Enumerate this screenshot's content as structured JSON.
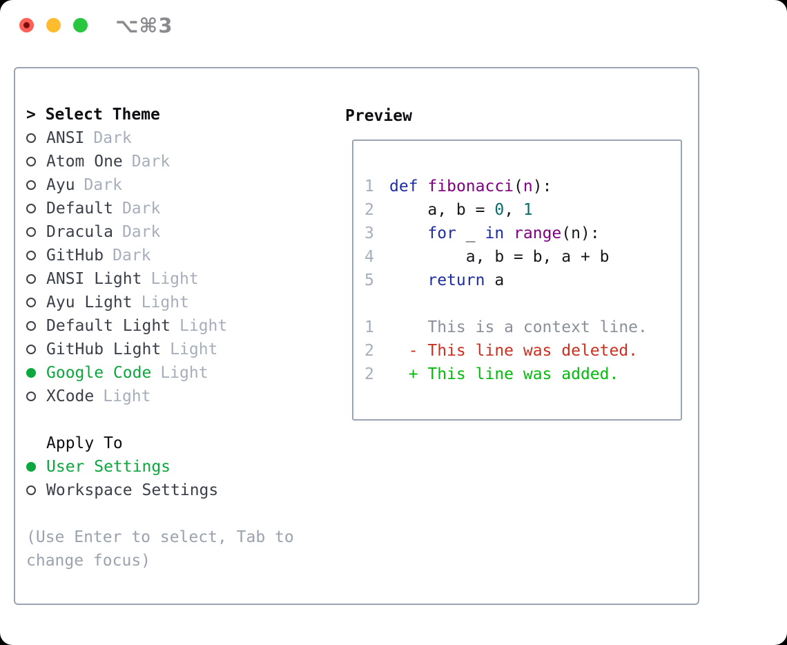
{
  "window": {
    "shortcut_label": "⌥⌘3"
  },
  "colors": {
    "traffic_red": "#ff5f57",
    "traffic_red_dot": "#7a0f0a",
    "traffic_yellow": "#febc2e",
    "traffic_green": "#29c73f",
    "titlebar_label": "#8a8a8f",
    "panel_border": "#9aa3b2",
    "list_text": "#3a3f48",
    "tag_text": "#a7aebb",
    "header_text": "#0d0e12",
    "selection_green": "#0ca73e",
    "help_text": "#9aa2ae",
    "line_number": "#a6aebb",
    "code_keyword": "#1d2ca3",
    "code_function": "#800080",
    "code_number": "#0a6b6b",
    "code_plain": "#17181c",
    "diff_context": "#8a909a",
    "diff_deleted": "#c9301f",
    "diff_added": "#04bb0c"
  },
  "theme_picker": {
    "focus_prefix": "> ",
    "title": "Select Theme",
    "items": [
      {
        "name": "ANSI",
        "tag": "Dark",
        "selected": false
      },
      {
        "name": "Atom One",
        "tag": "Dark",
        "selected": false
      },
      {
        "name": "Ayu",
        "tag": "Dark",
        "selected": false
      },
      {
        "name": "Default",
        "tag": "Dark",
        "selected": false
      },
      {
        "name": "Dracula",
        "tag": "Dark",
        "selected": false
      },
      {
        "name": "GitHub",
        "tag": "Dark",
        "selected": false
      },
      {
        "name": "ANSI Light",
        "tag": "Light",
        "selected": false
      },
      {
        "name": "Ayu Light",
        "tag": "Light",
        "selected": false
      },
      {
        "name": "Default Light",
        "tag": "Light",
        "selected": false
      },
      {
        "name": "GitHub Light",
        "tag": "Light",
        "selected": false
      },
      {
        "name": "Google Code",
        "tag": "Light",
        "selected": true
      },
      {
        "name": "XCode",
        "tag": "Light",
        "selected": false
      }
    ]
  },
  "apply_to": {
    "title": "Apply To",
    "options": [
      {
        "label": "User Settings",
        "selected": true
      },
      {
        "label": "Workspace Settings",
        "selected": false
      }
    ]
  },
  "help": {
    "lines": [
      "(Use Enter to select, Tab to",
      "change focus)"
    ]
  },
  "preview": {
    "title": "Preview",
    "lines": [
      {
        "num": "1",
        "tokens": [
          {
            "t": "def",
            "c": "kw"
          },
          {
            "t": " ",
            "c": "pl"
          },
          {
            "t": "fibonacci",
            "c": "fn"
          },
          {
            "t": "(",
            "c": "pl"
          },
          {
            "t": "n",
            "c": "fn"
          },
          {
            "t": "):",
            "c": "pl"
          }
        ]
      },
      {
        "num": "2",
        "tokens": [
          {
            "t": "    a, b = ",
            "c": "pl"
          },
          {
            "t": "0",
            "c": "nm"
          },
          {
            "t": ", ",
            "c": "pl"
          },
          {
            "t": "1",
            "c": "nm"
          }
        ]
      },
      {
        "num": "3",
        "tokens": [
          {
            "t": "    ",
            "c": "pl"
          },
          {
            "t": "for",
            "c": "kw"
          },
          {
            "t": " _ ",
            "c": "pl"
          },
          {
            "t": "in",
            "c": "kw"
          },
          {
            "t": " ",
            "c": "pl"
          },
          {
            "t": "range",
            "c": "fn"
          },
          {
            "t": "(n):",
            "c": "pl"
          }
        ]
      },
      {
        "num": "4",
        "tokens": [
          {
            "t": "        a, b = b, a + b",
            "c": "pl"
          }
        ]
      },
      {
        "num": "5",
        "tokens": [
          {
            "t": "    ",
            "c": "pl"
          },
          {
            "t": "return",
            "c": "kw"
          },
          {
            "t": " a",
            "c": "pl"
          }
        ]
      },
      {
        "num": "",
        "tokens": []
      },
      {
        "num": "1",
        "tokens": [
          {
            "t": "    This is a context line.",
            "c": "ctx"
          }
        ]
      },
      {
        "num": "2",
        "tokens": [
          {
            "t": "  - This line was deleted.",
            "c": "del"
          }
        ]
      },
      {
        "num": "2",
        "tokens": [
          {
            "t": "  + This line was added.",
            "c": "add"
          }
        ]
      }
    ]
  }
}
